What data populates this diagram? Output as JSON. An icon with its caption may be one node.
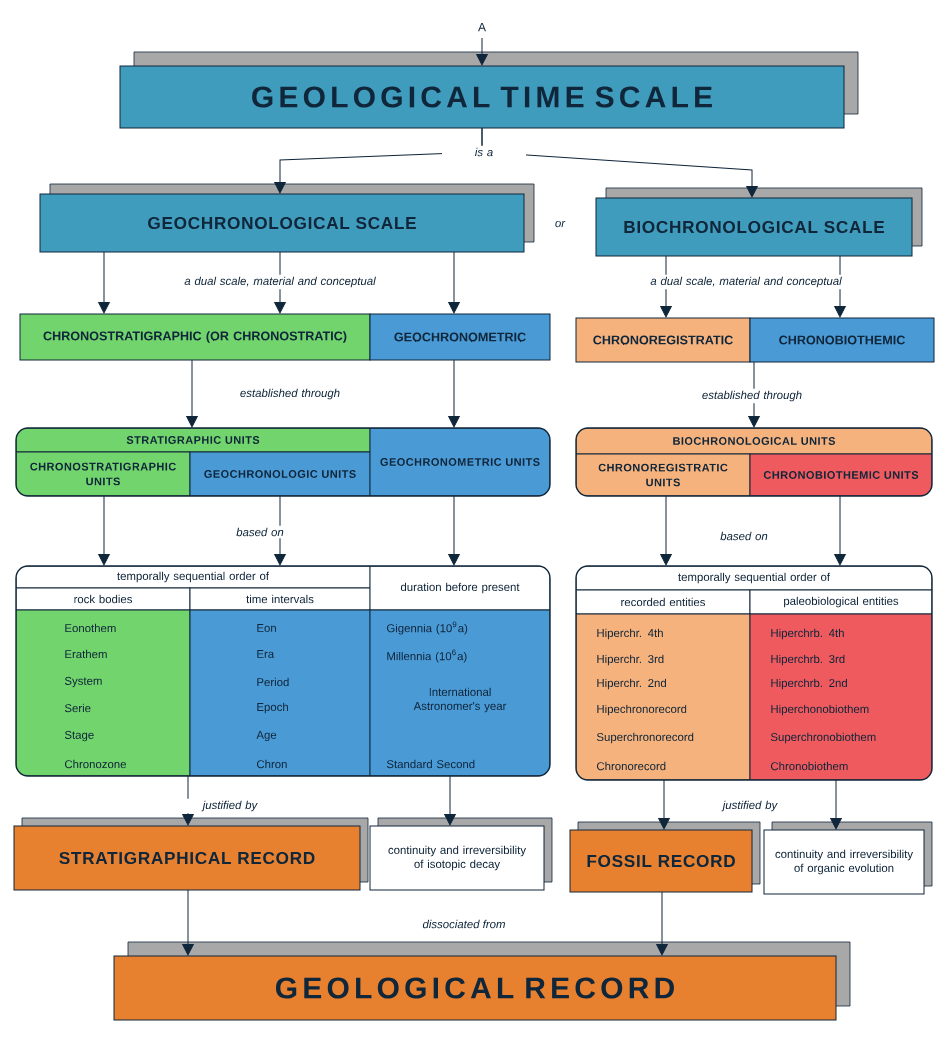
{
  "diagram": {
    "nodes": [
      {
        "text": [
          "A"
        ]
      },
      {
        "text": [
          "GEOLOGICAL TIME SCALE"
        ]
      },
      {
        "text": [
          "GEOCHRONOLOGICAL SCALE"
        ]
      },
      {
        "text": [
          "BIOCHRONOLOGICAL SCALE"
        ]
      },
      {
        "text": [
          "CHRONOSTRATIGRAPHIC (OR CHRONOSTRATIC)"
        ]
      },
      {
        "text": [
          "GEOCHRONOMETRIC"
        ]
      },
      {
        "text": [
          "CHRONOREGISTRATIC"
        ]
      },
      {
        "text": [
          "CHRONOBIOTHEMIC"
        ]
      },
      {
        "text": [
          "STRATIGRAPHIC UNITS"
        ]
      },
      {
        "text": [
          "CHRONOSTRATIGRAPHIC UNITS"
        ]
      },
      {
        "text": [
          "GEOCHRONOLOGIC UNITS"
        ]
      },
      {
        "text": [
          "GEOCHRONOMETRIC UNITS"
        ]
      },
      {
        "text": [
          "BIOCHRONOLOGICAL UNITS"
        ]
      },
      {
        "text": [
          "CHRONOREGISTRATIC UNITS"
        ]
      },
      {
        "text": [
          "CHRONOBIOTHEMIC UNITS"
        ]
      },
      {
        "text": [
          "temporally sequential order of"
        ]
      },
      {
        "text": [
          "rock bodies"
        ]
      },
      {
        "text": [
          "time intervals"
        ]
      },
      {
        "text": [
          "duration before present"
        ]
      },
      {
        "text": [
          "Eonothem",
          "Erathem",
          "System",
          "Serie",
          "Stage",
          "Chronozone"
        ]
      },
      {
        "text": [
          "Eon",
          "Era",
          "Period",
          "Epoch",
          "Age",
          "Chron"
        ]
      },
      {
        "text": [
          "Gigennia (10$^{9}$a)",
          "Millennia (10$^{6}$a)",
          "International Astronomer's year",
          "Standard Second"
        ]
      },
      {
        "text": [
          "temporally sequential order of"
        ]
      },
      {
        "text": [
          "recorded entities"
        ]
      },
      {
        "text": [
          "paleobiological entities"
        ]
      },
      {
        "text": [
          "Hiperchr. 4th",
          "Hiperchr. 3rd",
          "Hiperchr. 2nd",
          "Hipechronorecord",
          "Superchronorecord",
          "Chronorecord"
        ]
      },
      {
        "text": [
          "Hiperchrb. 4th",
          "Hiperchrb. 3rd",
          "Hiperchrb. 2nd",
          "Hiperchonobiothem",
          "Superchronobiothem",
          "Chronobiothem"
        ]
      },
      {
        "text": [
          "STRATIGRAPHICAL RECORD"
        ]
      },
      {
        "text": [
          "continuity and irreversibility of isotopic decay"
        ]
      },
      {
        "text": [
          "FOSSIL RECORD"
        ]
      },
      {
        "text": [
          "continuity and irreversibility of organic evolution"
        ]
      },
      {
        "text": [
          "GEOLOGICAL RECORD"
        ]
      }
    ],
    "edges": [
      {
        "from": 0,
        "to": 1,
        "arrow": "to"
      },
      {
        "from": 1,
        "to": 2,
        "arrow": "to",
        "label": "is a"
      },
      {
        "from": 1,
        "to": 3,
        "arrow": "to"
      },
      {
        "from": 2,
        "to": 4,
        "arrow": "to"
      },
      {
        "from": 2,
        "to": 4,
        "arrow": "to",
        "label": "a dual scale, material and conceptual"
      },
      {
        "from": 2,
        "to": 5,
        "arrow": "to"
      },
      {
        "from": 3,
        "to": 6,
        "arrow": "to",
        "label": "a dual scale, material and conceptual"
      },
      {
        "from": 3,
        "to": 7,
        "arrow": "to"
      },
      {
        "from": 4,
        "to": 8,
        "arrow": "to",
        "label": "established through"
      },
      {
        "from": 5,
        "to": 11,
        "arrow": "to"
      },
      {
        "from": 7,
        "to": 12,
        "arrow": "to",
        "label": "established through"
      },
      {
        "from": 9,
        "to": 15,
        "arrow": "to"
      },
      {
        "from": 10,
        "to": 15,
        "arrow": "to",
        "label": "based on"
      },
      {
        "from": 11,
        "to": 18,
        "arrow": "to"
      },
      {
        "from": 13,
        "to": 22,
        "arrow": "to",
        "label": "based on"
      },
      {
        "from": 14,
        "to": 22,
        "arrow": "to"
      },
      {
        "from": 19,
        "to": 27,
        "arrow": "to",
        "label": "justified by"
      },
      {
        "from": 21,
        "to": 28,
        "arrow": "to"
      },
      {
        "from": 25,
        "to": 29,
        "arrow": "to",
        "label": "justified by"
      },
      {
        "from": 26,
        "to": 30,
        "arrow": "to"
      },
      {
        "from": 27,
        "to": 31,
        "arrow": "to"
      },
      {
        "from": 29,
        "to": 31,
        "arrow": "to"
      }
    ],
    "labels": [
      "or",
      "dissociated from"
    ]
  }
}
